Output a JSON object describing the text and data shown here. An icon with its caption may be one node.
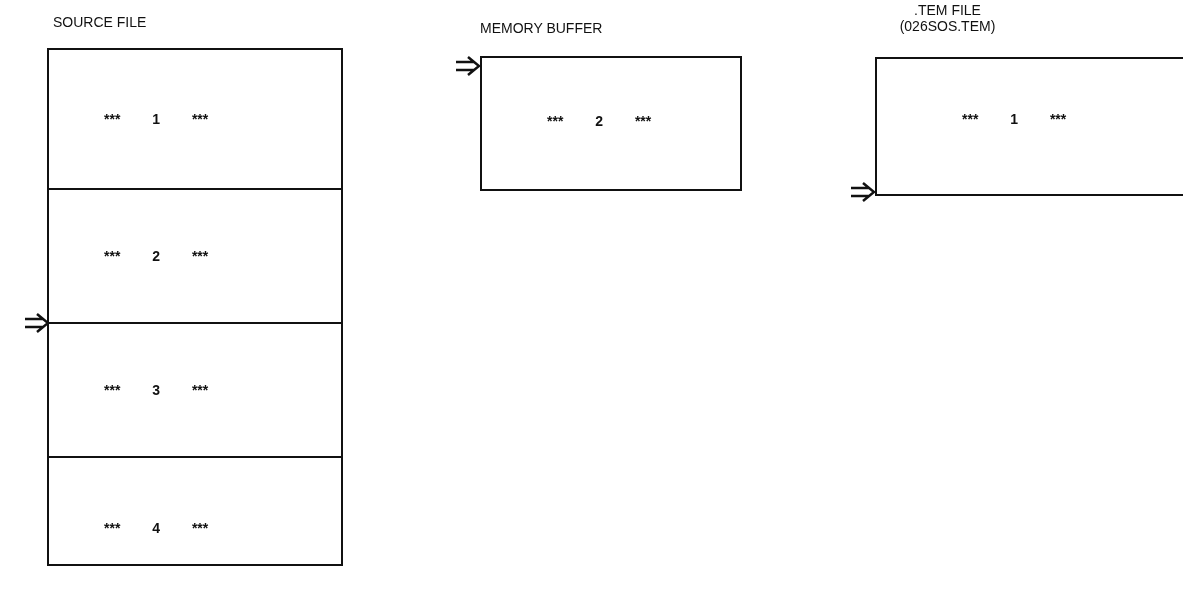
{
  "diagram": {
    "nodes": [
      {
        "text": [
          "SOURCE FILE"
        ]
      },
      {
        "text": [
          "*** 1 ***"
        ],
        "in": 0
      },
      {
        "text": [
          "*** 2 ***"
        ],
        "in": 0
      },
      {
        "text": [
          "*** 3 ***"
        ],
        "in": 0
      },
      {
        "text": [
          "*** 4 ***"
        ],
        "in": 0
      },
      {
        "text": [
          "MEMORY BUFFER",
          "*** 2 ***"
        ]
      },
      {
        "text": [
          ".TEM FILE (026SOS.TEM)",
          "*** 1 ***"
        ]
      }
    ],
    "edges": [
      {
        "from": null,
        "to": 3,
        "arrow": "to"
      },
      {
        "from": null,
        "to": 5,
        "arrow": "to"
      },
      {
        "from": null,
        "to": 6,
        "arrow": "to"
      }
    ]
  }
}
